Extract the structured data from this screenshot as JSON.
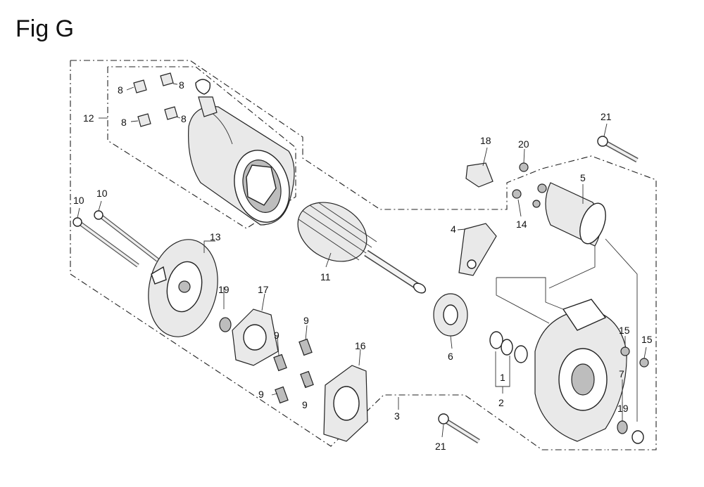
{
  "figure": {
    "title": "Fig G"
  },
  "callouts": [
    {
      "id": "c12",
      "text": "12"
    },
    {
      "id": "c8a",
      "text": "8"
    },
    {
      "id": "c8b",
      "text": "8"
    },
    {
      "id": "c8c",
      "text": "8"
    },
    {
      "id": "c8d",
      "text": "8"
    },
    {
      "id": "c10a",
      "text": "10"
    },
    {
      "id": "c10b",
      "text": "10"
    },
    {
      "id": "c13",
      "text": "13"
    },
    {
      "id": "c19a",
      "text": "19"
    },
    {
      "id": "c17",
      "text": "17"
    },
    {
      "id": "c11",
      "text": "11"
    },
    {
      "id": "c9a",
      "text": "9"
    },
    {
      "id": "c9b",
      "text": "9"
    },
    {
      "id": "c9c",
      "text": "9"
    },
    {
      "id": "c9d",
      "text": "9"
    },
    {
      "id": "c16",
      "text": "16"
    },
    {
      "id": "c3",
      "text": "3"
    },
    {
      "id": "c18",
      "text": "18"
    },
    {
      "id": "c20",
      "text": "20"
    },
    {
      "id": "c21a",
      "text": "21"
    },
    {
      "id": "c5",
      "text": "5"
    },
    {
      "id": "c14",
      "text": "14"
    },
    {
      "id": "c4",
      "text": "4"
    },
    {
      "id": "c6",
      "text": "6"
    },
    {
      "id": "c1",
      "text": "1"
    },
    {
      "id": "c2",
      "text": "2"
    },
    {
      "id": "c15a",
      "text": "15"
    },
    {
      "id": "c15b",
      "text": "15"
    },
    {
      "id": "c7",
      "text": "7"
    },
    {
      "id": "c19b",
      "text": "19"
    },
    {
      "id": "c21b",
      "text": "21"
    }
  ]
}
